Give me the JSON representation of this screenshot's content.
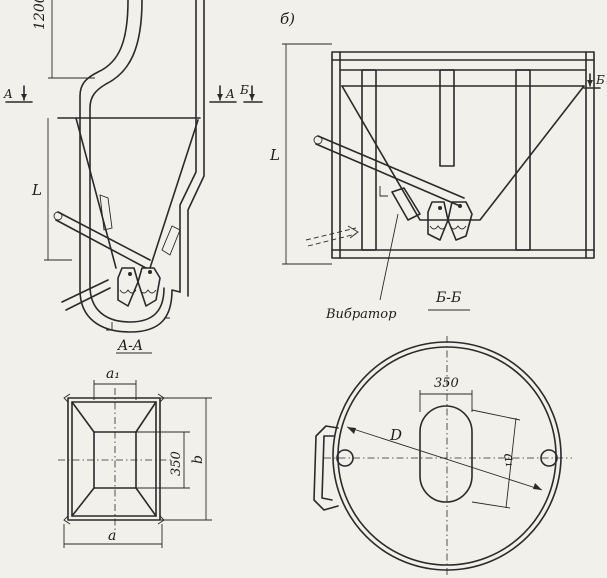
{
  "labels": {
    "dim_1200": "1200",
    "section_a_left": "A",
    "section_a_right": "A",
    "section_b_left": "Б",
    "section_b_right": "Б",
    "dim_L_left": "L",
    "dim_L_right": "L",
    "variant_b": "б)",
    "vibrator": "Вибратор",
    "section_bb": "Б-Б",
    "section_aa": "A-A",
    "dim_a1_top": "a₁",
    "dim_350_square": "350",
    "dim_b": "b",
    "dim_a": "a",
    "dim_350_circle": "350",
    "dim_D": "D",
    "dim_a1_circle": "a₁"
  },
  "colors": {
    "ink": "#2a2a2a",
    "paper": "#f2f0ea"
  }
}
